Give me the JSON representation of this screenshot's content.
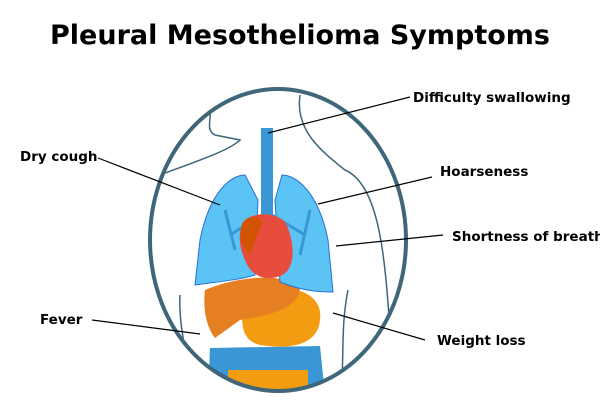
{
  "title": "Pleural Mesothelioma Symptoms",
  "labels": {
    "difficulty_swallowing": "Difficulty swallowing",
    "dry_cough": "Dry cough",
    "hoarseness": "Hoarseness",
    "shortness_of_breath": "Shortness of breath",
    "fever": "Fever",
    "weight_loss": "Weight loss"
  },
  "colors": {
    "circle": "#3f6679",
    "lungs": "#5bc4f5",
    "airway": "#3a96d4",
    "heart": "#e84c3d",
    "liver": "#e67e22",
    "stomach": "#f39c12",
    "intestine": "#3a96d4"
  }
}
